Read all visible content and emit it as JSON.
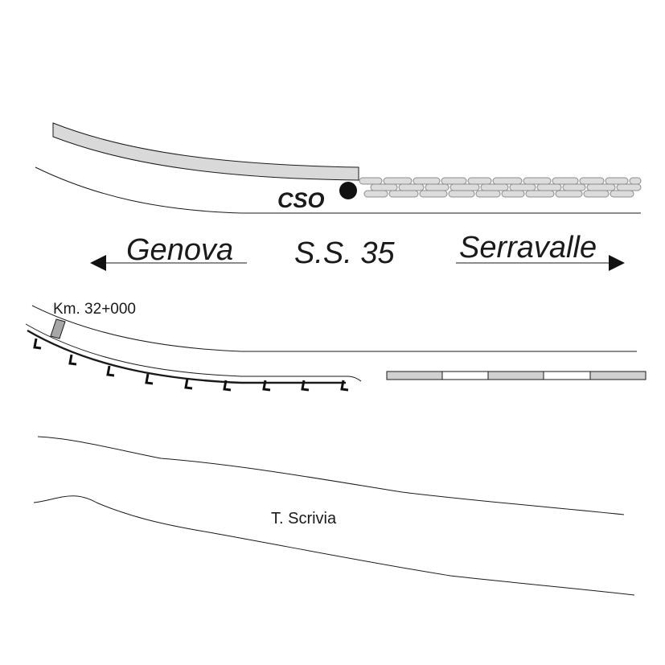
{
  "labels": {
    "cso": "CSO",
    "left_destination": "Genova",
    "road_name": "S.S. 35",
    "right_destination": "Serravalle",
    "km_marker": "Km. 32+000",
    "river": "T. Scrivia"
  },
  "colors": {
    "line": "#1a1a1a",
    "wall_fill": "#d9d9d9",
    "stone_fill": "#dcdcdc",
    "stone_stroke": "#8c8c8c",
    "barrier_fill": "#d0d0d0",
    "marker_fill": "#a6a6a6"
  }
}
